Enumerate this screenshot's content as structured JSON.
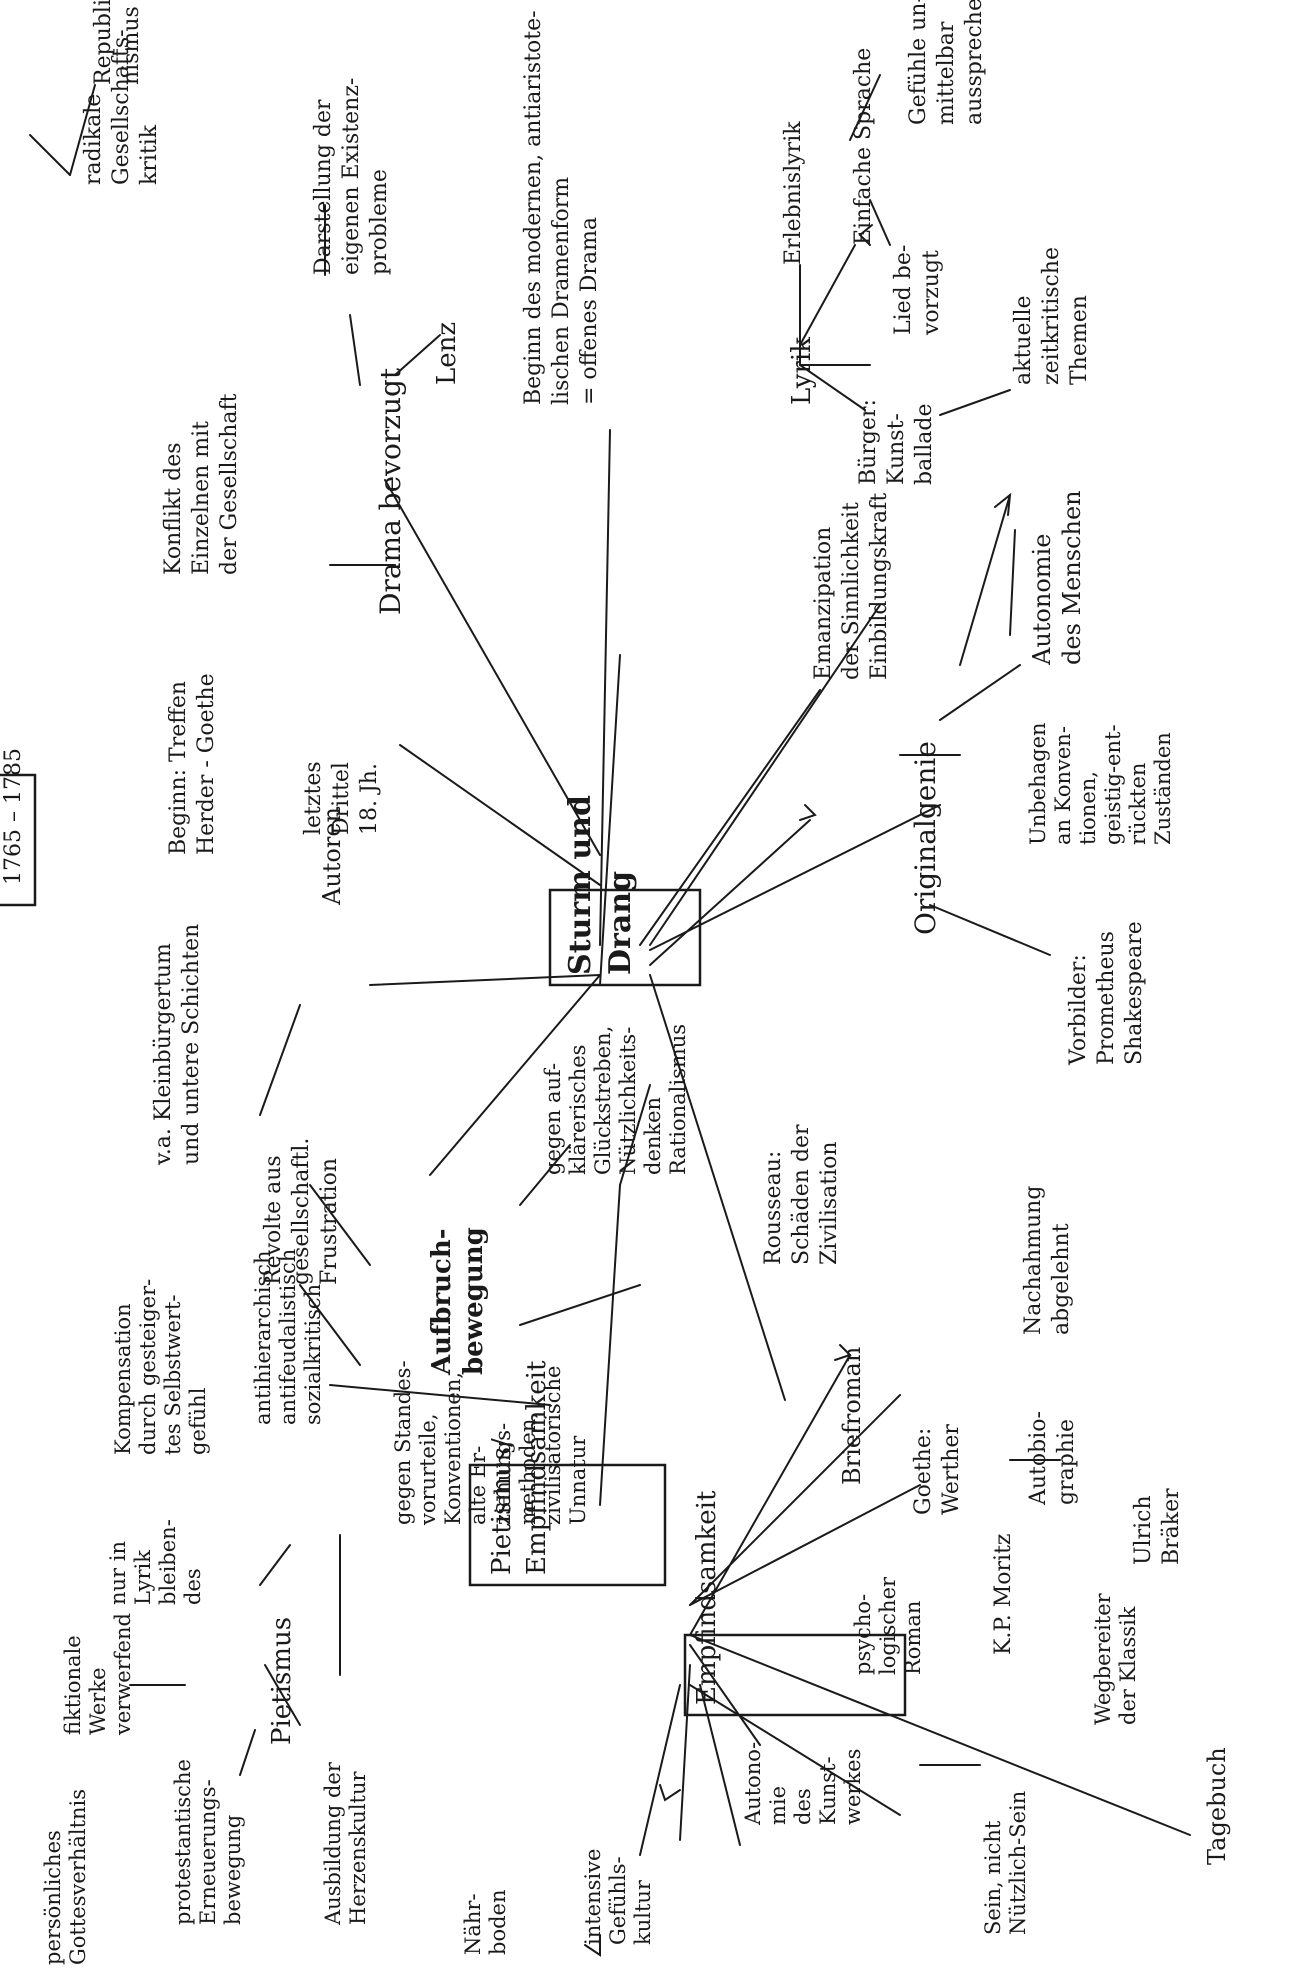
{
  "diagram": {
    "central": [
      "Sturm und",
      "Drang"
    ],
    "boxed": [
      "Pietismus/",
      "Empfindsamkeit"
    ],
    "box_empfind": "Empfindsamkeit",
    "header_fragment": "1765 – 1785",
    "nodes": {
      "drama": "Drama bevorzugt",
      "konflikt": [
        "Konflikt des",
        "Einzelnen mit",
        "der Gesellschaft"
      ],
      "lenz": "Lenz",
      "darstellung": [
        "Darstellung der",
        "eigenen Existenz-",
        "probleme"
      ],
      "beginn_drama": [
        "Beginn des modernen, antiaristote-",
        "lischen Dramenform",
        "= offenes Drama"
      ],
      "radikale": [
        "radikale",
        "Gesellschafts-",
        "kritik"
      ],
      "republik": [
        "Republika-",
        "nismus"
      ],
      "lyrik": "Lyrik",
      "erlebnislyrik": "Erlebnislyrik",
      "einfache": "Einfache Sprache",
      "gefuehle": [
        "Gefühle un-",
        "mittelbar",
        "aussprechen"
      ],
      "lied": [
        "Lied be-",
        "vorzugt"
      ],
      "buerger": [
        "Bürger:",
        "Kunst-",
        "ballade"
      ],
      "aktuelle": [
        "aktuelle",
        "zeitkritische",
        "Themen"
      ],
      "emanzipation": [
        "Emanzipation",
        "der Sinnlichkeit",
        "Einbildungskraft"
      ],
      "autonomie": [
        "Autonomie",
        "des Menschen"
      ],
      "originalgenie": "Originalgenie",
      "unbehagen": [
        "Unbehagen",
        "an Konven-",
        "tionen,",
        "geistig-ent-",
        "rückten",
        "Zuständen"
      ],
      "vorbilder": [
        "Vorbilder:",
        "Prometheus",
        "Shakespeare"
      ],
      "nachahmung": [
        "Nachahmung",
        "abgelehnt"
      ],
      "rousseau": [
        "Rousseau:",
        "Schäden der",
        "Zivilisation"
      ],
      "letztes": [
        "letztes",
        "Drittel",
        "18. Jh."
      ],
      "beginn_treffen": [
        "Beginn: Treffen",
        "Herder - Goethe"
      ],
      "autoren": "Autoren",
      "vla": [
        "v.a. Kleinbürgertum",
        "und untere Schichten"
      ],
      "gegen_auf": [
        "gegen auf-",
        "klärerisches",
        "Glückstreben,",
        "Nützlichkeits-",
        "denken",
        "Rationalismus"
      ],
      "aufbruch": [
        "Aufbruch-",
        "bewegung"
      ],
      "revolte": [
        "Revolte aus",
        "gesellschaftl.",
        "Frustration"
      ],
      "antihier": [
        "antihierarchisch",
        "antifeudalistisch",
        "sozialkritisch"
      ],
      "kompensation": [
        "Kompensation",
        "durch gesteiger-",
        "tes Selbstwert-",
        "gefühl"
      ],
      "gegen_stand": [
        "gegen Standes-",
        "vorurteile,",
        "Konventionen,",
        "alte Er-",
        "ziehungs-",
        "methoden,",
        "zivilisatorische",
        "Unnatur"
      ],
      "nur_in_lyrik": [
        "nur in",
        "Lyrik",
        "bleiben-",
        "des"
      ],
      "pietismus": "Pietismus",
      "fiktionale": [
        "fiktionale",
        "Werke",
        "verwerfend"
      ],
      "protest": [
        "protestantische",
        "Erneuerungs-",
        "bewegung"
      ],
      "persoenliches": [
        "persönliches",
        "Gottesverhältnis"
      ],
      "ausbildung": [
        "Ausbildung der",
        "Herzenskultur"
      ],
      "naehrboden": [
        "Nähr-",
        "boden"
      ],
      "intensive": [
        "intensive",
        "Gefühls-",
        "kultur"
      ],
      "autonomie_kunst": [
        "Autono-",
        "mie",
        "des",
        "Kunst-",
        "werkes"
      ],
      "sein": [
        "Sein, nicht",
        "Nützlich-Sein"
      ],
      "briefroman": "Briefroman",
      "goethe_werther": [
        "Goethe:",
        "Werther"
      ],
      "psycholog": [
        "psycho-",
        "logischer",
        "Roman"
      ],
      "kp_moritz": "K.P. Moritz",
      "wegbereiter": [
        "Wegbereiter",
        "der Klassik"
      ],
      "autobio": [
        "Autobio-",
        "graphie"
      ],
      "braeker": [
        "Ulrich",
        "Bräker"
      ],
      "tagebuch": "Tagebuch"
    }
  }
}
